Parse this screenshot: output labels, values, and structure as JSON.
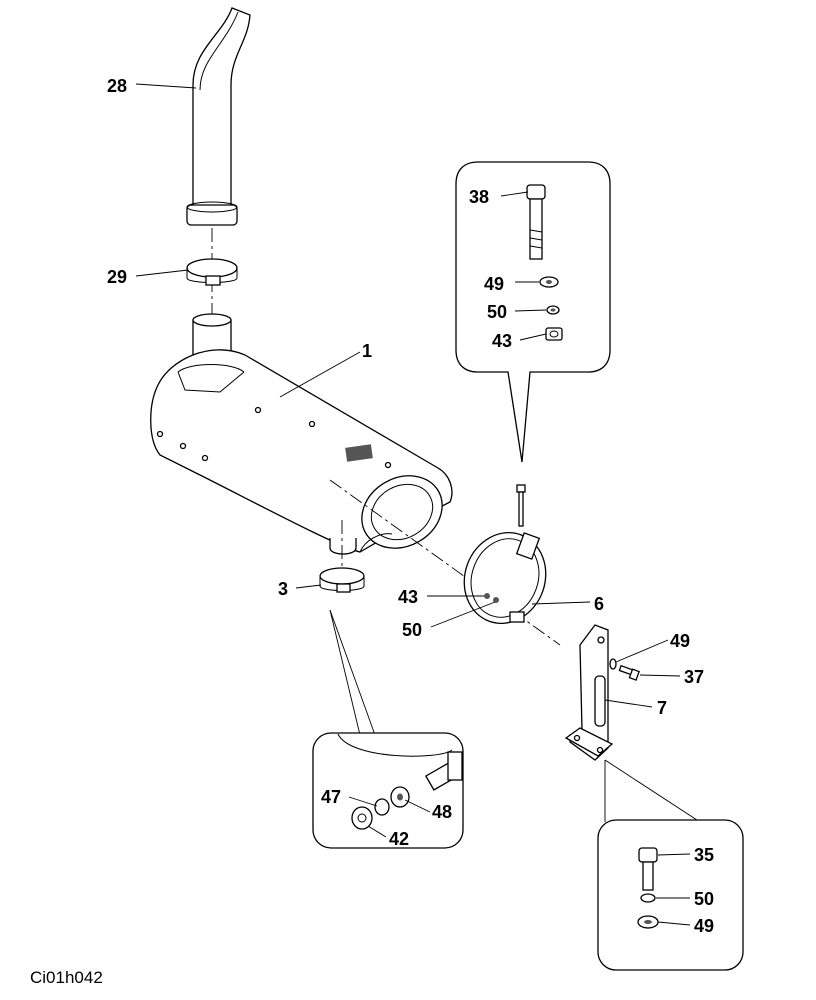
{
  "drawing_ref": "Ci01h042",
  "callouts": {
    "c28": "28",
    "c29": "29",
    "c1": "1",
    "c3": "3",
    "c38": "38",
    "c49a": "49",
    "c50a": "50",
    "c43a": "43",
    "c43b": "43",
    "c50b": "50",
    "c6": "6",
    "c49b": "49",
    "c37": "37",
    "c7": "7",
    "c47": "47",
    "c48": "48",
    "c42": "42",
    "c35": "35",
    "c50c": "50",
    "c49c": "49"
  }
}
